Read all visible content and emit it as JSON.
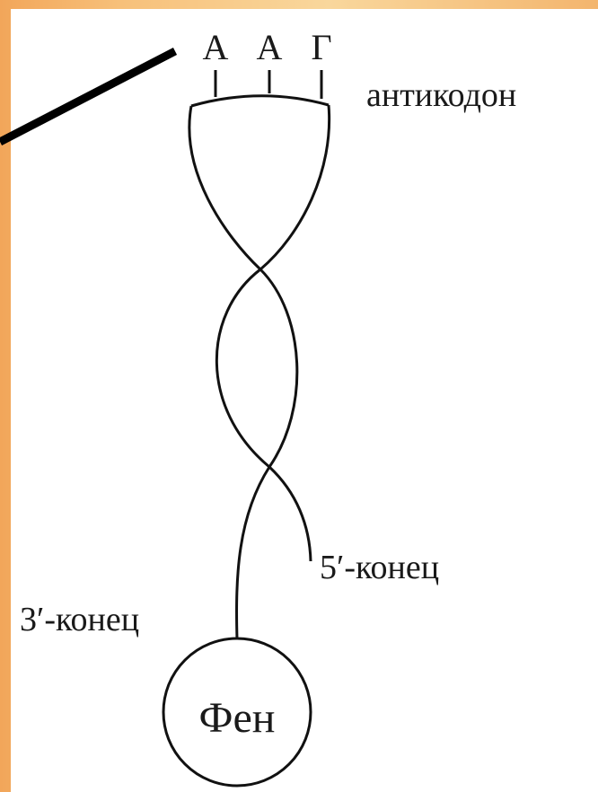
{
  "diagram": {
    "codon_letters": [
      "А",
      "А",
      "Г"
    ],
    "anticodon_label": "антикодон",
    "five_prime_label": "5′-конец",
    "three_prime_label": "3′-конец",
    "amino_acid_label": "Фен"
  },
  "colors": {
    "background_border": "#f2a65a",
    "panel": "#ffffff",
    "line": "#111111"
  }
}
